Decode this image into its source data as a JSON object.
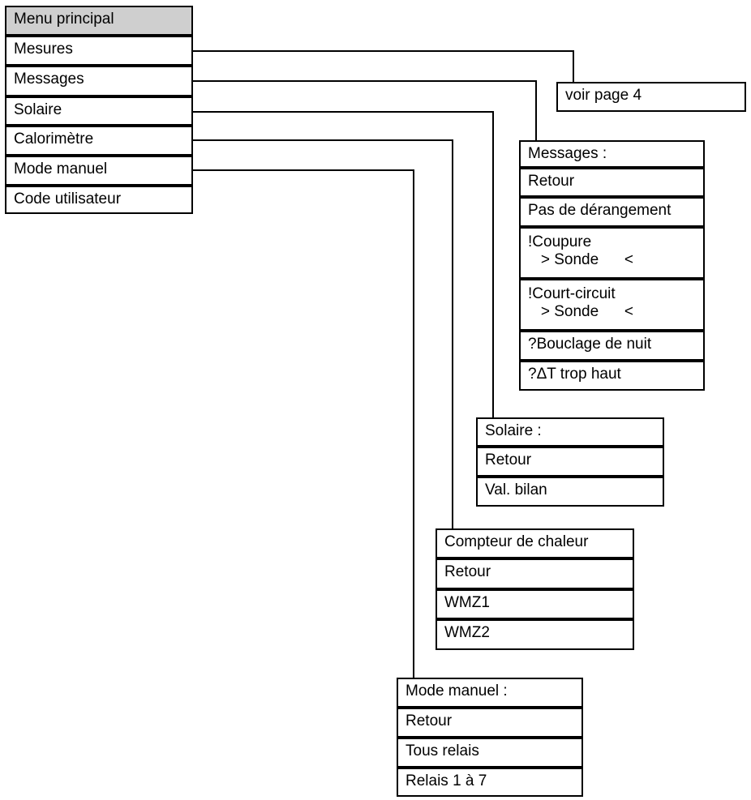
{
  "main_menu": {
    "title": "Menu principal",
    "items": [
      "Mesures",
      "Messages",
      "Solaire",
      "Calorimètre",
      "Mode manuel",
      "Code utilisateur"
    ]
  },
  "see_page": "voir page 4",
  "messages_menu": {
    "title": "Messages :",
    "items": [
      "Retour",
      "Pas de dérangement",
      "!Coupure\n   > Sonde      <",
      "!Court-circuit\n   > Sonde      <",
      "?Bouclage de nuit",
      "?ΔT trop haut"
    ]
  },
  "solaire_menu": {
    "title": "Solaire :",
    "items": [
      "Retour",
      "Val. bilan"
    ]
  },
  "heat_meter_menu": {
    "title": "Compteur de chaleur",
    "items": [
      "Retour",
      "WMZ1",
      "WMZ2"
    ]
  },
  "manual_menu": {
    "title": "Mode manuel :",
    "items": [
      "Retour",
      "Tous relais",
      "Relais 1 à 7"
    ]
  }
}
